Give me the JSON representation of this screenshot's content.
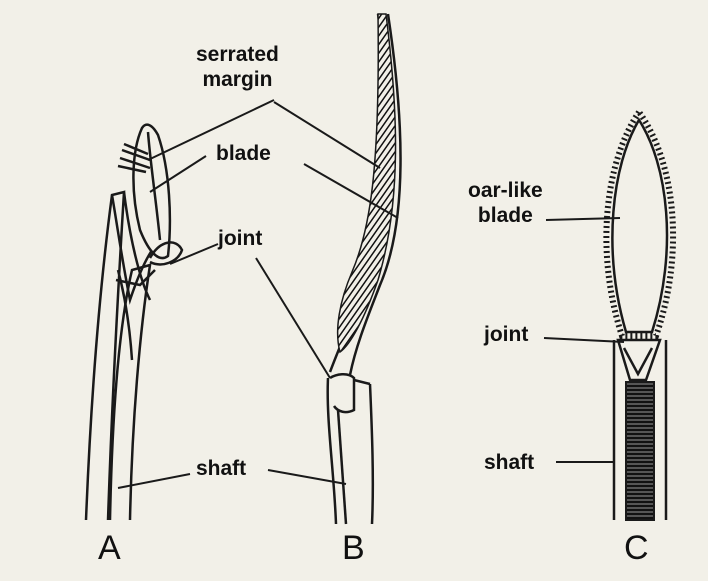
{
  "labels": {
    "serrated_margin": [
      "serrated",
      "margin"
    ],
    "blade": "blade",
    "joint_a": "joint",
    "shaft_ab": "shaft",
    "oar_like_blade": [
      "oar-like",
      "blade"
    ],
    "joint_c": "joint",
    "shaft_c": "shaft"
  },
  "panels": [
    "A",
    "B",
    "C"
  ],
  "colors": {
    "ink": "#1a1a1a",
    "paper": "#f2f0e8"
  }
}
